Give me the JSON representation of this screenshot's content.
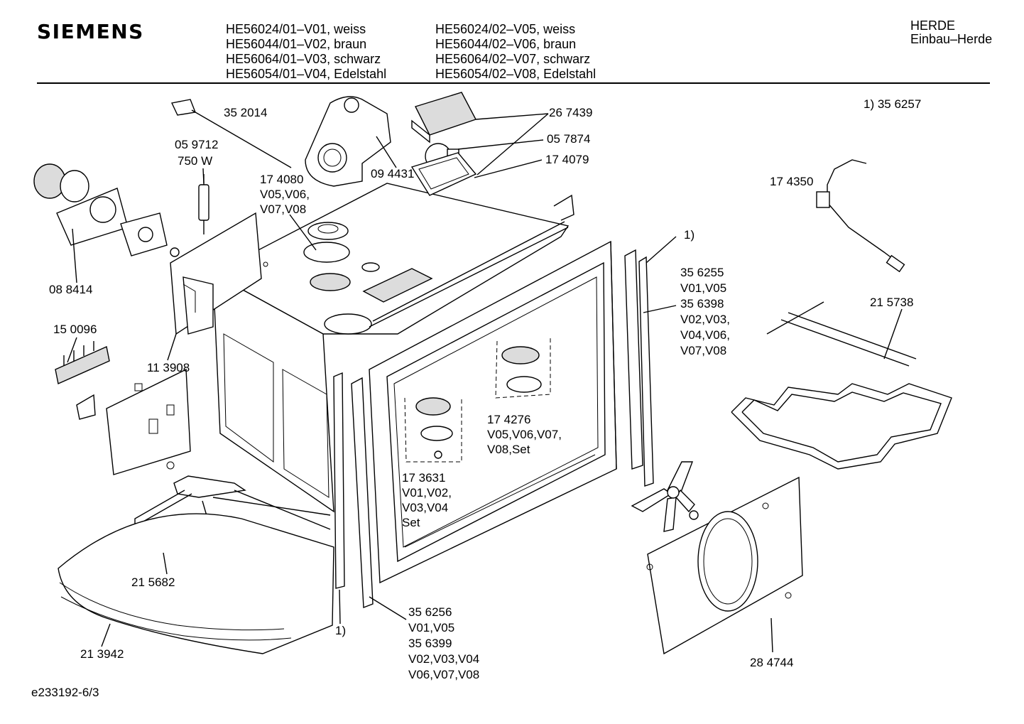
{
  "header": {
    "brand": "SIEMENS",
    "models_left": [
      "HE56024/01–V01, weiss",
      "HE56044/01–V02, braun",
      "HE56064/01–V03, schwarz",
      "HE56054/01–V04, Edelstahl"
    ],
    "models_right": [
      "HE56024/02–V05, weiss",
      "HE56044/02–V06, braun",
      "HE56064/02–V07, schwarz",
      "HE56054/02–V08, Edelstahl"
    ],
    "category_line1": "HERDE",
    "category_line2": "Einbau–Herde"
  },
  "footnote": "1) 35 6257",
  "parts": {
    "p352014": "35 2014",
    "p059712": "05 9712",
    "p750w": "750 W",
    "p174080": "17 4080",
    "p174080_v1": "V05,V06,",
    "p174080_v2": "V07,V08",
    "p094431": "09 4431",
    "p267439": "26 7439",
    "p057874": "05 7874",
    "p174079": "17 4079",
    "p174350": "17 4350",
    "p088414": "08 8414",
    "p150096": "15 0096",
    "p113908": "11 3908",
    "p356255_ref": "1)",
    "p356255": "35 6255",
    "p356255_v1": "V01,V05",
    "p356398": "35 6398",
    "p356398_v1": "V02,V03,",
    "p356398_v2": "V04,V06,",
    "p356398_v3": "V07,V08",
    "p215738": "21 5738",
    "p174276": "17 4276",
    "p174276_v1": "V05,V06,V07,",
    "p174276_v2": "V08,Set",
    "p173631": "17 3631",
    "p173631_v1": "V01,V02,",
    "p173631_v2": "V03,V04",
    "p173631_v3": "Set",
    "p215682": "21 5682",
    "p213942": "21 3942",
    "p_ref_bottom": "1)",
    "p356256": "35 6256",
    "p356256_v1": "V01,V05",
    "p356399": "35 6399",
    "p356399_v1": "V02,V03,V04",
    "p356399_v2": "V06,V07,V08",
    "p284744": "28 4744"
  },
  "drawing_id": "e233192-6/3"
}
